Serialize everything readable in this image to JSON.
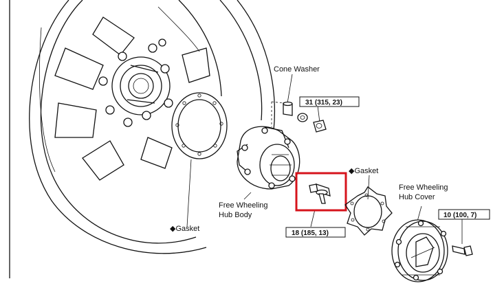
{
  "labels": {
    "cone_washer": "Cone Washer",
    "torque_top": "31 (315, 23)",
    "free_wheeling_hub_body_l1": "Free Wheeling",
    "free_wheeling_hub_body_l2": "Hub Body",
    "gasket_left": "◆Gasket",
    "gasket_right": "◆Gasket",
    "torque_middle": "18 (185, 13)",
    "free_wheeling_hub_cover_l1": "Free Wheeling",
    "free_wheeling_hub_cover_l2": "Hub Cover",
    "torque_right": "10 (100, 7)"
  },
  "colors": {
    "highlight": "#d6141c",
    "ink": "#111111"
  }
}
